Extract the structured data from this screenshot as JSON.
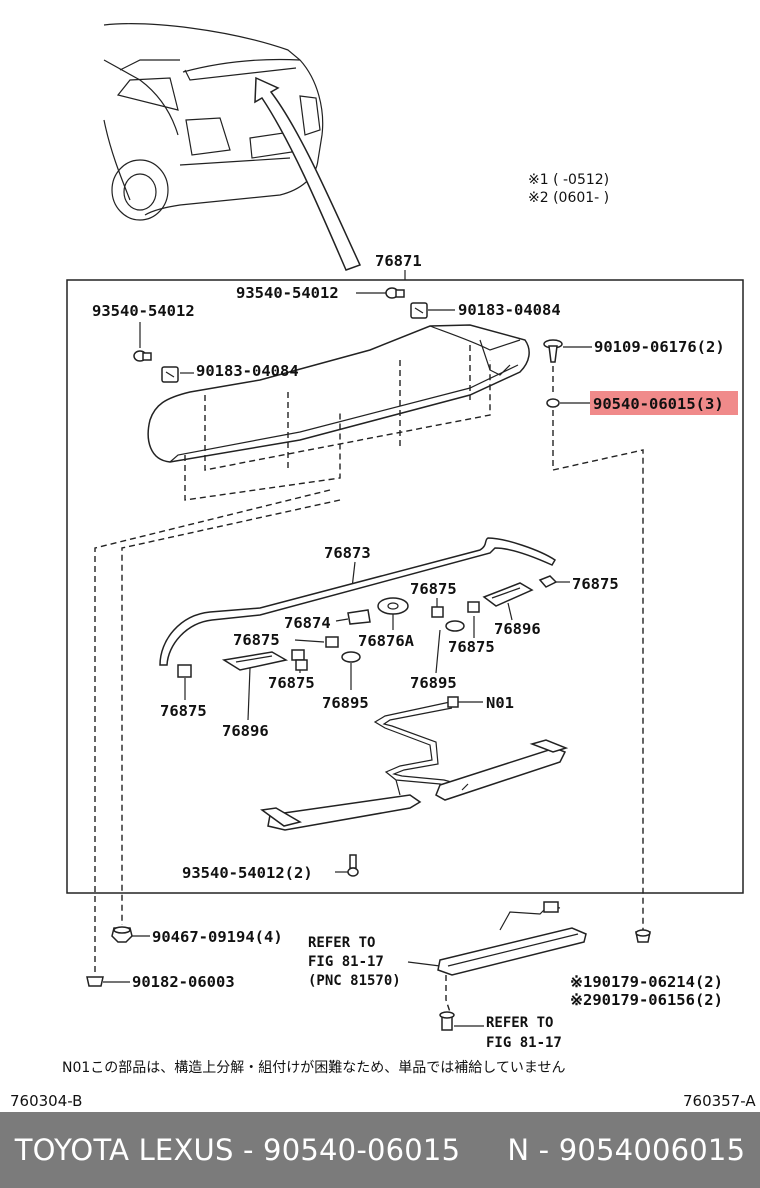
{
  "diagram": {
    "applicability_notes": [
      "※1 (      -0512)",
      "※2 (0601-      )"
    ],
    "labels": {
      "p76871": "76871",
      "p93540_54012_top": "93540-54012",
      "p90183_04084_top": "90183-04084",
      "p93540_54012_left": "93540-54012",
      "p90109_06176": "90109-06176(2)",
      "p90183_04084_left": "90183-04084",
      "p90540_06015": "90540-06015(3)",
      "p76873": "76873",
      "p76875_a": "76875",
      "p76875_b": "76875",
      "p76874": "76874",
      "p76876a": "76876A",
      "p76896_right": "76896",
      "p76875_c": "76875",
      "p76875_d": "76875",
      "p76875_e": "76875",
      "p76875_f": "76875",
      "p76895_right": "76895",
      "p76895_left": "76895",
      "p76896_left": "76896",
      "n01": "N01",
      "p93540_54012_bottom": "93540-54012(2)",
      "p90467_09194": "90467-09194(4)",
      "p90182_06003": "90182-06003",
      "refer_to_1": "REFER TO",
      "fig_81_17_pnc": "FIG 81-17",
      "pnc_81570": "(PNC 81570)",
      "p90179_06214": "※190179-06214(2)",
      "p90179_06156": "※290179-06156(2)",
      "refer_to_2": "REFER TO",
      "fig_81_17_b": "FIG 81-17"
    },
    "highlight_color": "#f08a8a",
    "n01_note": "N01この部品は、構造上分解・組付けが困難なため、単品では補給していません",
    "code_left": "760304-B",
    "code_right": "760357-A"
  },
  "footer": {
    "text": "TOYOTA LEXUS - 90540-06015     N - 9054006015"
  }
}
